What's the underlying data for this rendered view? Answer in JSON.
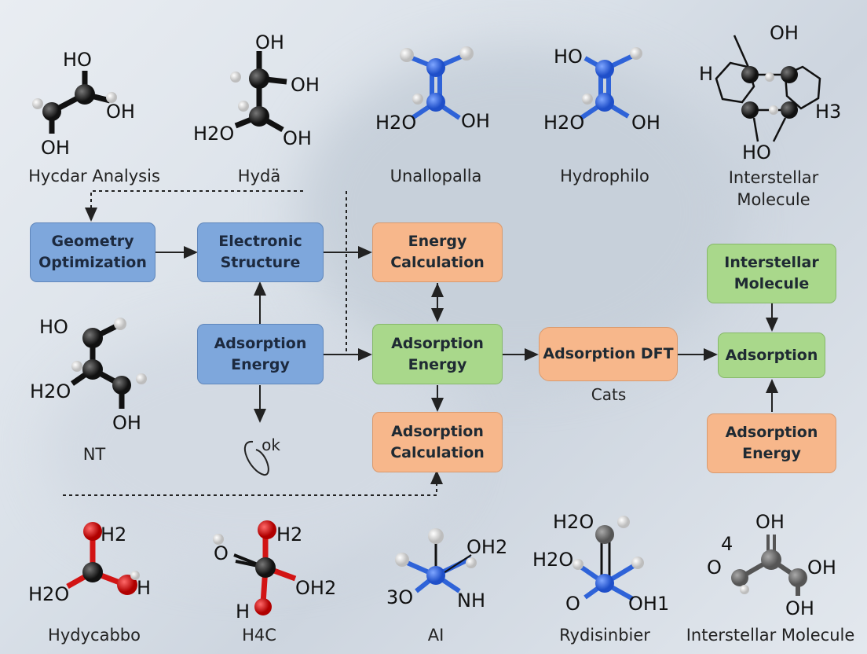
{
  "molecules_top": [
    {
      "name": "Hycdar  Analysis"
    },
    {
      "name": "Hydä"
    },
    {
      "name": "Unallopalla"
    },
    {
      "name": "Hydrophilo"
    },
    {
      "name": "Interstellar\nMolecule"
    }
  ],
  "molecules_left": {
    "name": "NT"
  },
  "molecules_bottom": [
    {
      "name": "Hydycabbo"
    },
    {
      "name": "H4C"
    },
    {
      "name": "AI"
    },
    {
      "name": "Rydisinbier"
    },
    {
      "name": "Interstellar Molecule"
    }
  ],
  "boxes": {
    "geometry": "Geometry\nOptimization",
    "electronic": "Electronic\nStructure",
    "energy_calc": "Energy\nCalculation",
    "ads_energy_blue": "Adsorption\nEnergy",
    "ads_energy_green": "Adsorption\nEnergy",
    "ads_dft": "Adsorption DFT",
    "ads_calc": "Adsorption\nCalculation",
    "interstellar": "Interstellar\nMolecule",
    "adsorption": "Adsorption",
    "ads_energy_right": "Adsorption\nEnergy"
  },
  "annotations": {
    "cats": "Cats",
    "ok": "ok"
  },
  "atom_labels": {
    "m1": [
      "HO",
      "OH",
      "OH"
    ],
    "m2": [
      "OH",
      "OH",
      "H2O",
      "OH"
    ],
    "m3": [
      "H2O",
      "OH"
    ],
    "m4": [
      "HO",
      "H2O",
      "OH"
    ],
    "m5": [
      "OH",
      "H",
      "H3",
      "HO"
    ],
    "m6": [
      "HO",
      "H2O",
      "OH"
    ],
    "b1": [
      "H2",
      "H2O",
      "H"
    ],
    "b2": [
      "H2",
      "O",
      "OH2",
      "H"
    ],
    "b3": [
      "OH2",
      "3O",
      "NH"
    ],
    "b4": [
      "H2O",
      "H2O",
      "O",
      "OH1"
    ],
    "b5": [
      "OH",
      "4",
      "O",
      "OH",
      "OH"
    ]
  },
  "colors": {
    "blue": "#7ea7dc",
    "orange": "#f7b78b",
    "green": "#a9d88b",
    "carbon": "#222222",
    "nitrogen": "#2f63d8",
    "oxygen": "#d21414"
  }
}
